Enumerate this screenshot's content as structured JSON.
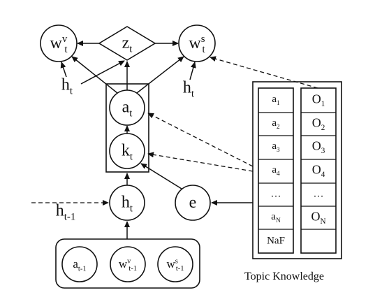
{
  "nodes": {
    "wv": {
      "base": "w",
      "sup": "v",
      "sub": "t"
    },
    "z": {
      "base": "z",
      "sub": "t"
    },
    "ws": {
      "base": "w",
      "sup": "s",
      "sub": "t"
    },
    "a": {
      "base": "a",
      "sub": "t"
    },
    "k": {
      "base": "k",
      "sub": "t"
    },
    "h": {
      "base": "h",
      "sub": "t"
    },
    "e": {
      "base": "e"
    },
    "a_prev": {
      "base": "a",
      "sub": "t-1"
    },
    "wv_prev": {
      "base": "w",
      "sup": "v",
      "sub": "t-1"
    },
    "ws_prev": {
      "base": "w",
      "sup": "s",
      "sub": "t-1"
    }
  },
  "side_labels": {
    "h_left": {
      "base": "h",
      "sub": "t"
    },
    "h_right": {
      "base": "h",
      "sub": "t"
    },
    "h_prev": {
      "base": "h",
      "sub": "t-1"
    }
  },
  "topic_table": {
    "left_column": [
      {
        "base": "a",
        "sub": "1"
      },
      {
        "base": "a",
        "sub": "2"
      },
      {
        "base": "a",
        "sub": "3"
      },
      {
        "base": "a",
        "sub": "4"
      },
      {
        "base": "…"
      },
      {
        "base": "a",
        "sub": "N"
      },
      {
        "base": "NaF"
      }
    ],
    "right_column": [
      {
        "base": "O",
        "sub": "1"
      },
      {
        "base": "O",
        "sub": "2"
      },
      {
        "base": "O",
        "sub": "3"
      },
      {
        "base": "O",
        "sub": "4"
      },
      {
        "base": "…"
      },
      {
        "base": "O",
        "sub": "N"
      },
      {
        "base": ""
      }
    ]
  },
  "caption": "Topic Knowledge"
}
